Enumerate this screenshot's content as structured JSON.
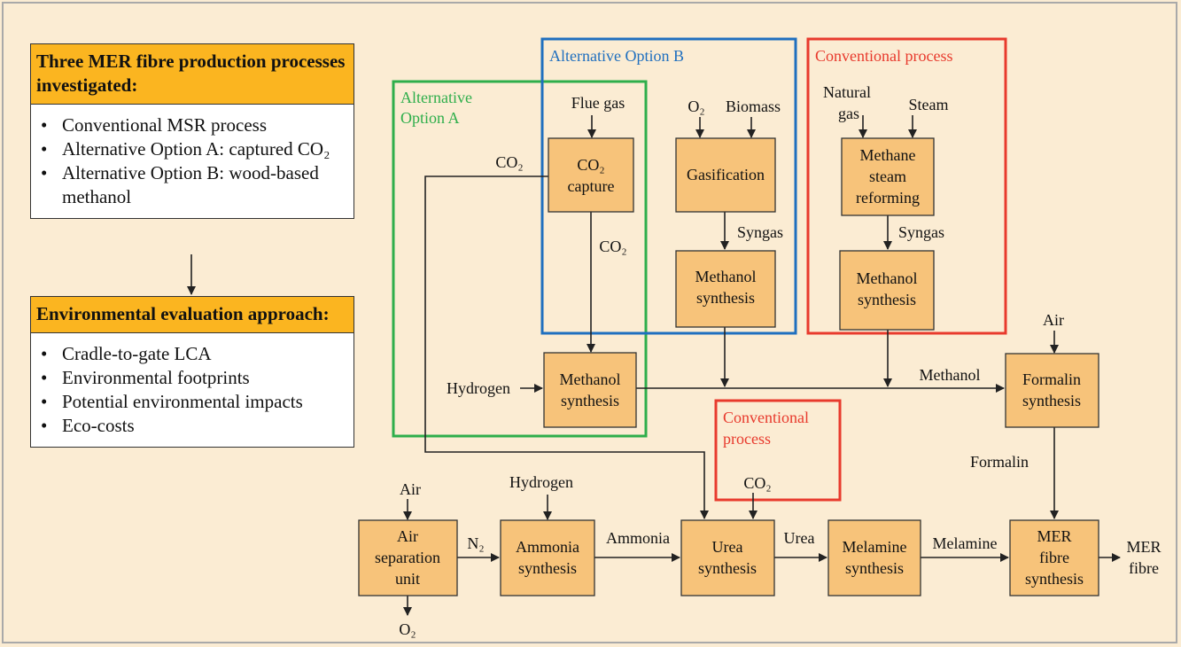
{
  "left_panels": [
    {
      "heading": "Three MER fibre production processes investigated:",
      "items": [
        "Conventional MSR process",
        "Alternative Option A: captured CO₂",
        "Alternative Option B: wood-based methanol"
      ]
    },
    {
      "heading": "Environmental evaluation approach:",
      "items": [
        "Cradle-to-gate LCA",
        "Environmental footprints",
        "Potential environmental impacts",
        "Eco-costs"
      ]
    }
  ],
  "regions": {
    "option_b": "Alternative Option B",
    "option_a": [
      "Alternative",
      "Option A"
    ],
    "conventional_top": "Conventional process",
    "conventional_bottom": [
      "Conventional",
      "process"
    ]
  },
  "colors": {
    "background": "#fbecd3",
    "box_fill": "#f7c37a",
    "header_fill": "#fbb520",
    "option_a": "#2eae4b",
    "option_b": "#1f6fbf",
    "conventional": "#e83a2d"
  },
  "process_boxes": {
    "co2_capture": [
      "CO₂",
      "capture"
    ],
    "gasification": [
      "Gasification"
    ],
    "methane_steam_reforming": [
      "Methane",
      "steam",
      "reforming"
    ],
    "methanol_synthesis_b": [
      "Methanol",
      "synthesis"
    ],
    "methanol_synthesis_conv": [
      "Methanol",
      "synthesis"
    ],
    "methanol_synthesis_a": [
      "Methanol",
      "synthesis"
    ],
    "formalin_synthesis": [
      "Formalin",
      "synthesis"
    ],
    "air_separation_unit": [
      "Air",
      "separation",
      "unit"
    ],
    "ammonia_synthesis": [
      "Ammonia",
      "synthesis"
    ],
    "urea_synthesis": [
      "Urea",
      "synthesis"
    ],
    "melamine_synthesis": [
      "Melamine",
      "synthesis"
    ],
    "mer_fibre_synthesis": [
      "MER",
      "fibre",
      "synthesis"
    ]
  },
  "flow_labels": {
    "flue_gas": "Flue gas",
    "o2_in": "O₂",
    "biomass": "Biomass",
    "natural_gas": [
      "Natural",
      "gas"
    ],
    "steam": "Steam",
    "co2_out_left": "CO₂",
    "co2_mid": "CO₂",
    "syngas_b": "Syngas",
    "syngas_conv": "Syngas",
    "hydrogen_a": "Hydrogen",
    "methanol": "Methanol",
    "air_formalin": "Air",
    "formalin": "Formalin",
    "co2_urea": "CO₂",
    "air_asu": "Air",
    "hydrogen_ammonia": "Hydrogen",
    "n2": "N₂",
    "ammonia": "Ammonia",
    "urea": "Urea",
    "melamine": "Melamine",
    "mer_fibre": [
      "MER",
      "fibre"
    ],
    "o2_out": "O₂"
  }
}
